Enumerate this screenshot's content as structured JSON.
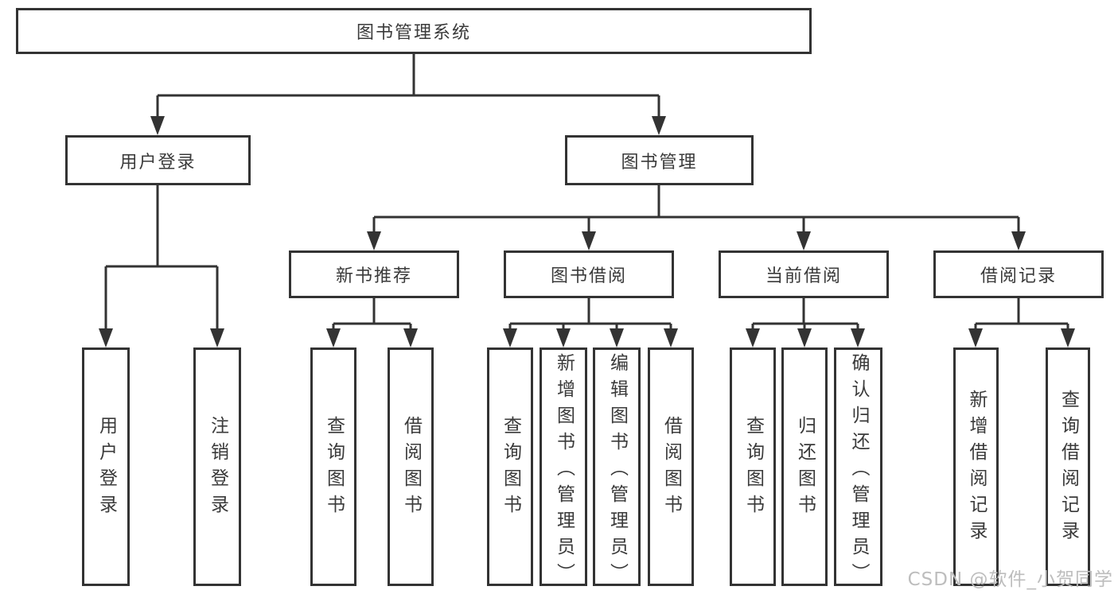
{
  "diagram": {
    "title": "图书管理系统",
    "watermark": "CSDN @软件_小贺同学",
    "colors": {
      "line": "#333333",
      "box_border": "#333333",
      "text": "#3a3a3a",
      "background": "#ffffff",
      "watermark": "#bdbdbd"
    },
    "root": {
      "label": "图书管理系统"
    },
    "level2": [
      {
        "label": "用户登录"
      },
      {
        "label": "图书管理"
      }
    ],
    "level3": [
      {
        "label": "新书推荐"
      },
      {
        "label": "图书借阅"
      },
      {
        "label": "当前借阅"
      },
      {
        "label": "借阅记录"
      }
    ],
    "leaves": {
      "user_login": [
        {
          "label": "用户登录"
        },
        {
          "label": "注销登录"
        }
      ],
      "new_book": [
        {
          "label": "查询图书"
        },
        {
          "label": "借阅图书"
        }
      ],
      "book_borrow": [
        {
          "label": "查询图书"
        },
        {
          "label": "新增图书（管理员）"
        },
        {
          "label": "编辑图书（管理员）"
        },
        {
          "label": "借阅图书"
        }
      ],
      "current_borrow": [
        {
          "label": "查询图书"
        },
        {
          "label": "归还图书"
        },
        {
          "label": "确认归还（管理员）"
        }
      ],
      "borrow_records": [
        {
          "label": "新增借阅记录"
        },
        {
          "label": "查询借阅记录"
        }
      ]
    }
  }
}
